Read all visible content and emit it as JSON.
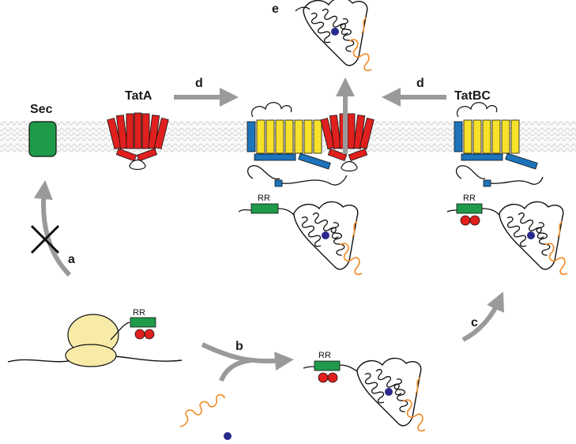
{
  "labels": {
    "sec": "Sec",
    "tatA": "TatA",
    "tatBC": "TatBC",
    "a": "a",
    "b": "b",
    "c": "c",
    "d_left": "d",
    "d_right": "d",
    "e": "e",
    "rr": "RR"
  },
  "colors": {
    "sec_green": "#1f9a4a",
    "tatA_red": "#e0201e",
    "tatC_yellow": "#f7e12a",
    "tatB_blue": "#1d74bb",
    "signal_green": "#1f9a4a",
    "chaperone_red": "#e0201e",
    "cofactor_blue": "#2a2a8c",
    "partner_orange": "#f08a24",
    "arrow_gray": "#9a9a9a",
    "ribosome_yellow": "#f8eba8",
    "membrane_gray": "#cfcfcf"
  }
}
